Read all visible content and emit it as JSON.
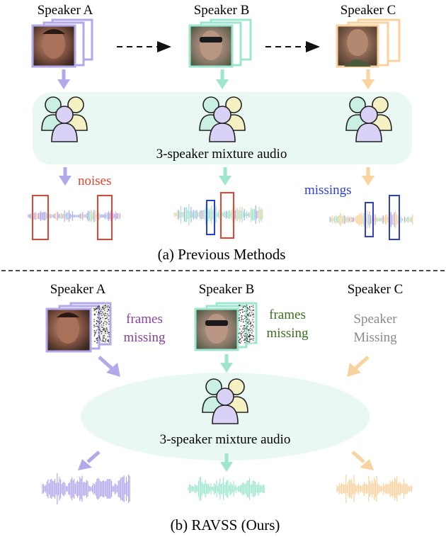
{
  "top": {
    "speakers": [
      "Speaker A",
      "Speaker B",
      "Speaker C"
    ],
    "mixture_label": "3-speaker mixture audio",
    "noises_label": "noises",
    "missings_label": "missings",
    "caption": "(a) Previous Methods"
  },
  "bottom": {
    "speakers": [
      "Speaker A",
      "Speaker B",
      "Speaker C"
    ],
    "frames_missing_a": [
      "frames",
      "missing"
    ],
    "frames_missing_b": [
      "frames",
      "missing"
    ],
    "speaker_missing": [
      "Speaker",
      "Missing"
    ],
    "mixture_label": "3-speaker mixture audio",
    "caption": "(b) RAVSS (Ours)"
  },
  "colors": {
    "speaker_a": "#b3a8ea",
    "speaker_b": "#9ee6cf",
    "speaker_c": "#f9d39f",
    "noise_red": "#e8432f",
    "missing_blue": "#2a3fd6",
    "frames_purple": "#8a3fa0",
    "frames_green": "#3b6e1c",
    "speaker_missing_gray": "#8a8a8a"
  }
}
